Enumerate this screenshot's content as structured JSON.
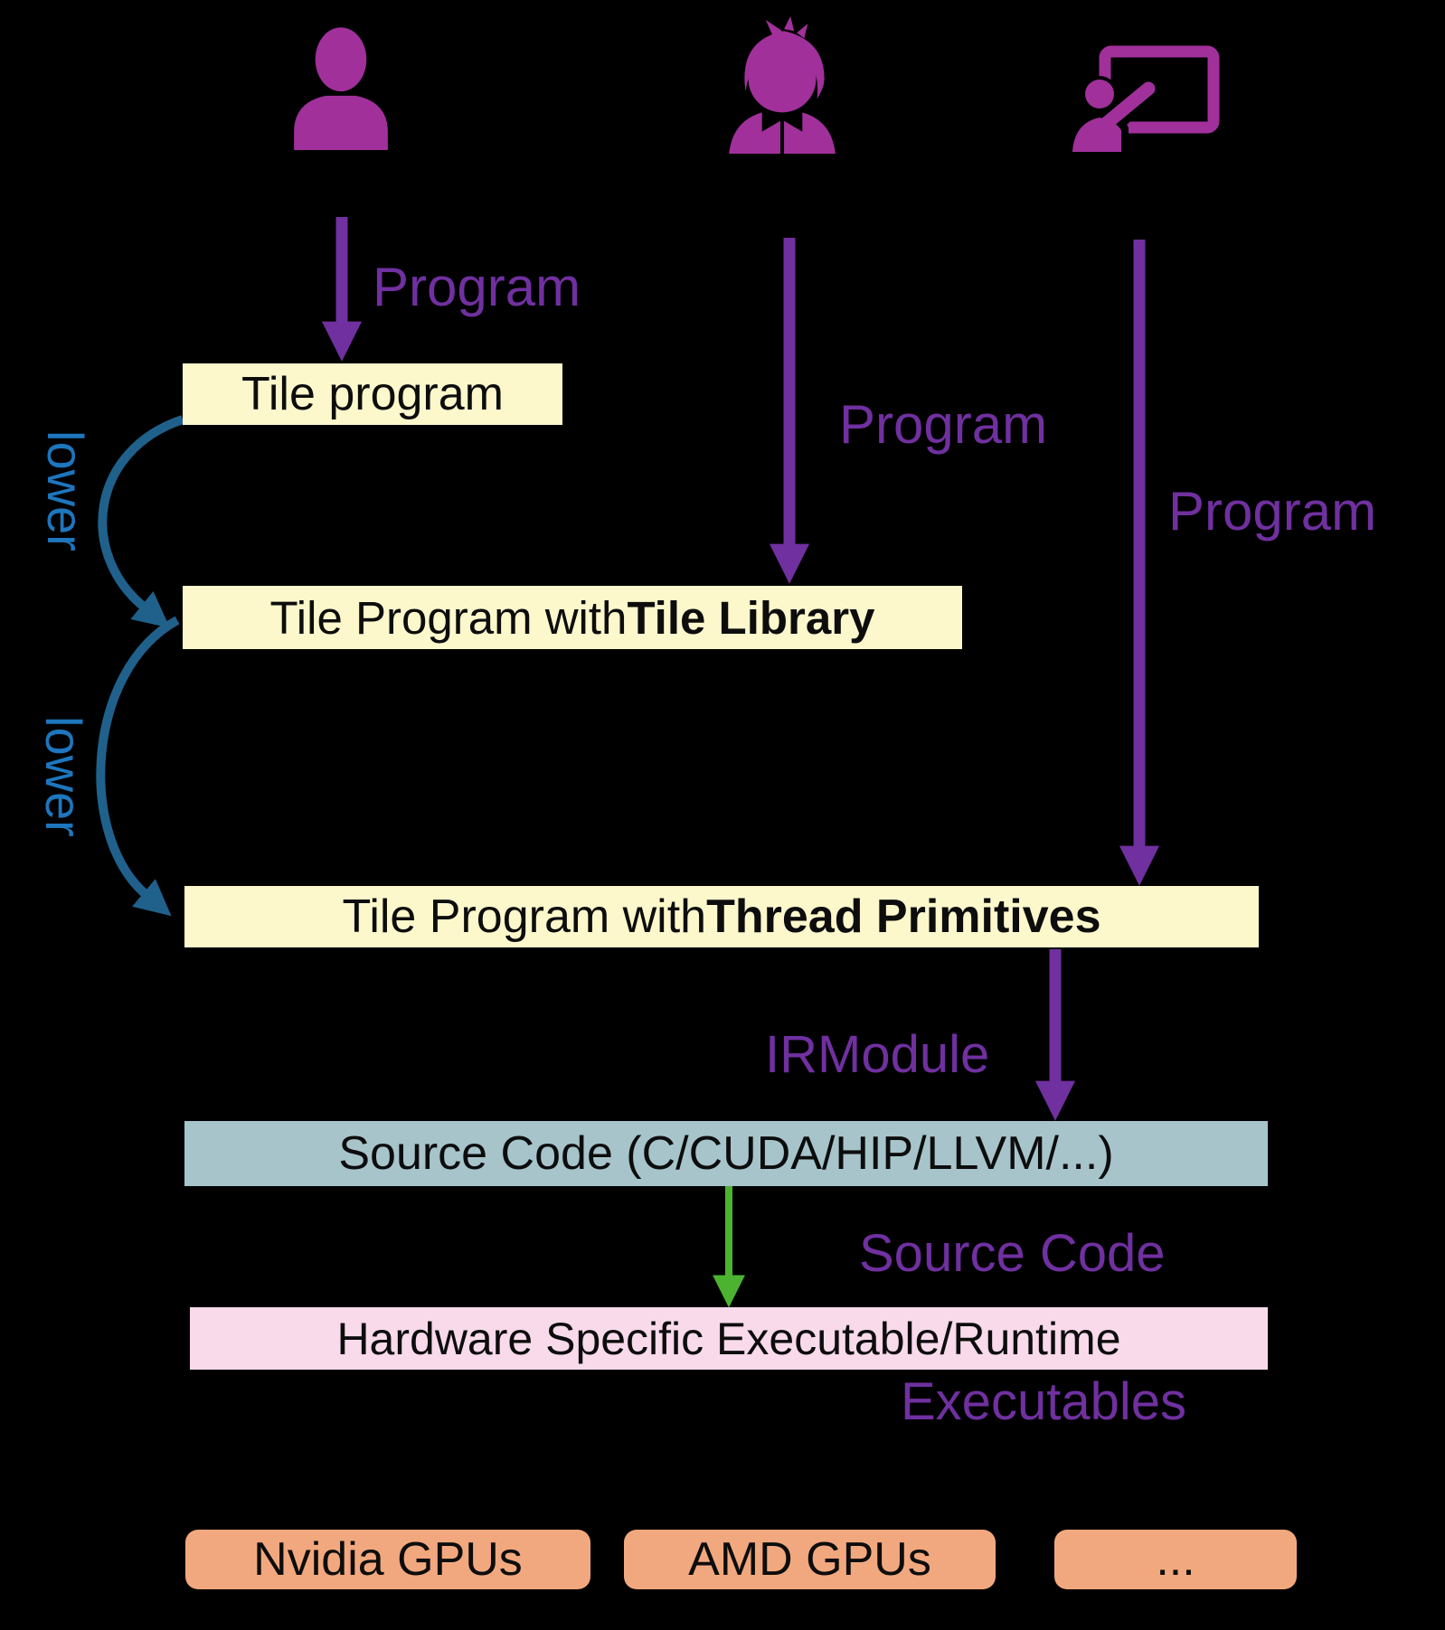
{
  "labels": {
    "program_1": "Program",
    "program_2": "Program",
    "program_3": "Program",
    "lower_1": "lower",
    "lower_2": "lower",
    "irmodule": "IRModule",
    "source_code": "Source Code",
    "executables": "Executables"
  },
  "boxes": {
    "tile_program": {
      "text": "Tile program"
    },
    "tile_library": {
      "prefix": "Tile Program with ",
      "emphasis": "Tile Library"
    },
    "thread_primitives": {
      "prefix": "Tile Program with ",
      "emphasis": "Thread Primitives"
    },
    "source_code": {
      "text": "Source Code (C/CUDA/HIP/LLVM/...)"
    },
    "hardware": {
      "text": "Hardware Specific Executable/Runtime"
    }
  },
  "targets": [
    {
      "label": "Nvidia GPUs"
    },
    {
      "label": "AMD GPUs"
    },
    {
      "label": "..."
    }
  ],
  "icons": {
    "left": "person-icon",
    "middle": "boy-with-bowtie-icon",
    "right": "presenter-at-board-icon"
  },
  "colors": {
    "background": "#000000",
    "icon_magenta": "#A1309B",
    "arrow_purple": "#7030A0",
    "label_purple": "#7030A0",
    "lower_blue": "#1D76BE",
    "arc_teal": "#20618C",
    "arrow_green": "#4CB330",
    "box_yellow": "#FCF8CC",
    "box_bluegray": "#A7C4CB",
    "box_pink": "#F8DAEB",
    "box_orange": "#F2A87E"
  }
}
